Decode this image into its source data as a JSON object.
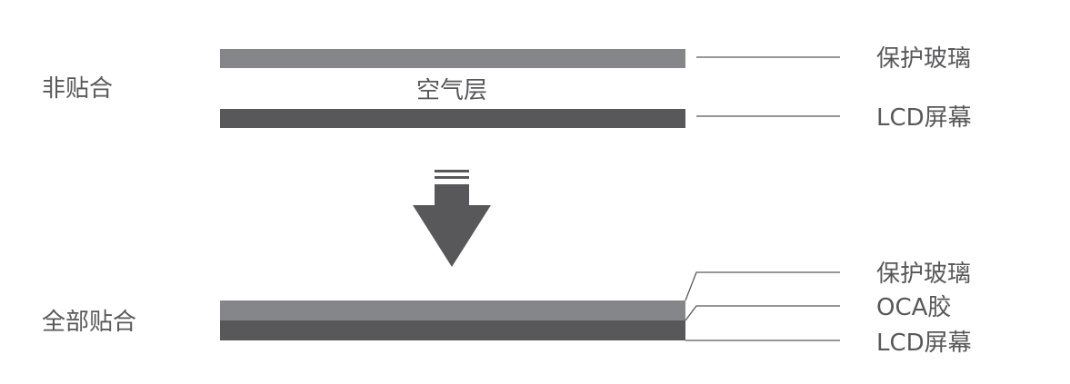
{
  "top_section": {
    "title": "非贴合",
    "air_gap_label": "空气层",
    "layer_labels": {
      "glass": "保护玻璃",
      "lcd": "LCD屏幕"
    }
  },
  "bottom_section": {
    "title": "全部贴合",
    "layer_labels": {
      "glass": "保护玻璃",
      "oca": "OCA胶",
      "lcd": "LCD屏幕"
    }
  },
  "colors": {
    "glass": "#858689",
    "lcd": "#58585a",
    "arrow": "#58585a",
    "text": "#58585a",
    "line": "#58585a"
  },
  "icons": {
    "transition": "down-arrow-icon"
  }
}
